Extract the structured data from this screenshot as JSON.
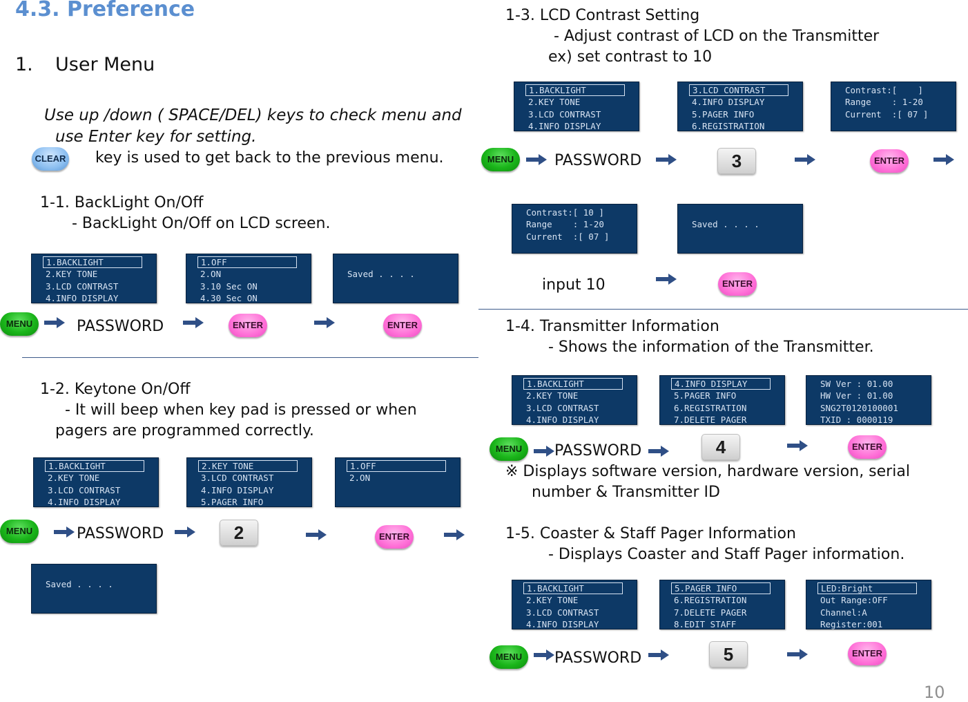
{
  "heading": "4.3. Preference",
  "user_menu_num": "1.",
  "user_menu": "User Menu",
  "intro": {
    "line1": "Use up /down ( SPACE/DEL) keys to check menu and",
    "line2": "use Enter key for setting.",
    "clear_note": "key is used to get back to the previous menu."
  },
  "buttons": {
    "menu": "MENU",
    "enter": "ENTER",
    "clear": "CLEAR",
    "password": "PASSWORD",
    "input10": "input 10"
  },
  "s11": {
    "title": "1-1. BackLight On/Off",
    "desc": "- BackLight On/Off on LCD screen.",
    "lcd1": [
      "1.BACKLIGHT",
      "2.KEY TONE",
      "3.LCD CONTRAST",
      "4.INFO DISPLAY"
    ],
    "lcd2": [
      "1.OFF",
      "2.ON",
      "3.10 Sec ON",
      "4.30 Sec ON"
    ],
    "lcd3": [
      "Saved . . . ."
    ]
  },
  "s12": {
    "title": "1-2. Keytone On/Off",
    "desc1": "- It will beep when key pad is pressed or when",
    "desc2": "pagers are programmed correctly.",
    "key": "2",
    "lcd1": [
      "1.BACKLIGHT",
      "2.KEY TONE",
      "3.LCD CONTRAST",
      "4.INFO DISPLAY"
    ],
    "lcd2": [
      "2.KEY TONE",
      "3.LCD CONTRAST",
      "4.INFO DISPLAY",
      "5.PAGER INFO"
    ],
    "lcd3": [
      "1.OFF",
      "2.ON"
    ],
    "lcd4": [
      "Saved . . . ."
    ]
  },
  "s13": {
    "title": "1-3. LCD Contrast Setting",
    "desc1": "- Adjust contrast of LCD on the Transmitter",
    "desc2": "ex) set contrast to 10",
    "key": "3",
    "lcd1": [
      "1.BACKLIGHT",
      "2.KEY TONE",
      "3.LCD CONTRAST",
      "4.INFO DISPLAY"
    ],
    "lcd2": [
      "3.LCD CONTRAST",
      "4.INFO DISPLAY",
      "5.PAGER INFO",
      "6.REGISTRATION"
    ],
    "lcd3": [
      "Contrast:[    ]",
      "Range    : 1-20",
      "Current  :[ 07 ]"
    ],
    "lcd4": [
      "Contrast:[ 10 ]",
      "Range    : 1-20",
      "Current  :[ 07 ]"
    ],
    "lcd5": [
      "Saved . . . ."
    ]
  },
  "s14": {
    "title": "1-4. Transmitter Information",
    "desc": "- Shows the information of the Transmitter.",
    "key": "4",
    "note1": "※ Displays software version, hardware version, serial",
    "note2": "number  & Transmitter ID",
    "lcd1": [
      "1.BACKLIGHT",
      "2.KEY TONE",
      "3.LCD CONTRAST",
      "4.INFO DISPLAY"
    ],
    "lcd2": [
      "4.INFO DISPLAY",
      "5.PAGER INFO",
      "6.REGISTRATION",
      "7.DELETE PAGER"
    ],
    "lcd3": [
      "SW Ver : 01.00",
      "HW Ver : 01.00",
      "SNG2T0120100001",
      "TXID : 0000119"
    ]
  },
  "s15": {
    "title": "1-5. Coaster & Staff Pager Information",
    "desc": "- Displays Coaster and Staff Pager information.",
    "key": "5",
    "lcd1": [
      "1.BACKLIGHT",
      "2.KEY TONE",
      "3.LCD CONTRAST",
      "4.INFO DISPLAY"
    ],
    "lcd2": [
      "5.PAGER INFO",
      "6.REGISTRATION",
      "7.DELETE PAGER",
      "8.EDIT STAFF"
    ],
    "lcd3": [
      "LED:Bright",
      "Out Range:OFF",
      "Channel:A",
      "Register:001"
    ]
  },
  "page_number": "10",
  "colors": {
    "heading": "#5b8fd0",
    "lcd_bg": "#0d3966",
    "lcd_text": "#d7e3f2",
    "arrow": "#2f4f86",
    "menu_button": "#1ab51a",
    "enter_button": "#ff6fd7",
    "clear_button": "#8bbef0"
  }
}
